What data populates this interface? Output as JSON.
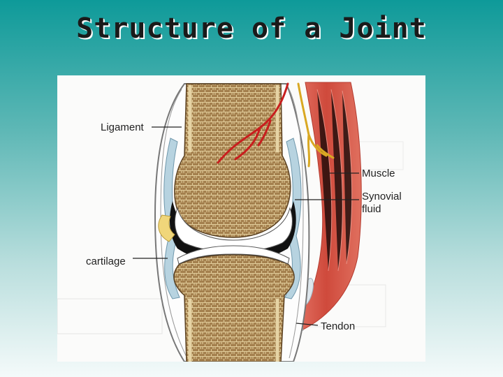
{
  "slide": {
    "title": "Structure of a Joint"
  },
  "diagram": {
    "labels": {
      "ligament": "Ligament",
      "muscle": "Muscle",
      "synovial_fluid_line1": "Synovial",
      "synovial_fluid_line2": "fluid",
      "cartilage": "cartilage",
      "tendon": "Tendon"
    },
    "colors": {
      "bone": "#a4804e",
      "cartilage": "#ffffff",
      "synovial_cavity": "#111111",
      "muscle": "#d8584a",
      "artery": "#c81e1e",
      "nerve": "#d9a823"
    }
  }
}
